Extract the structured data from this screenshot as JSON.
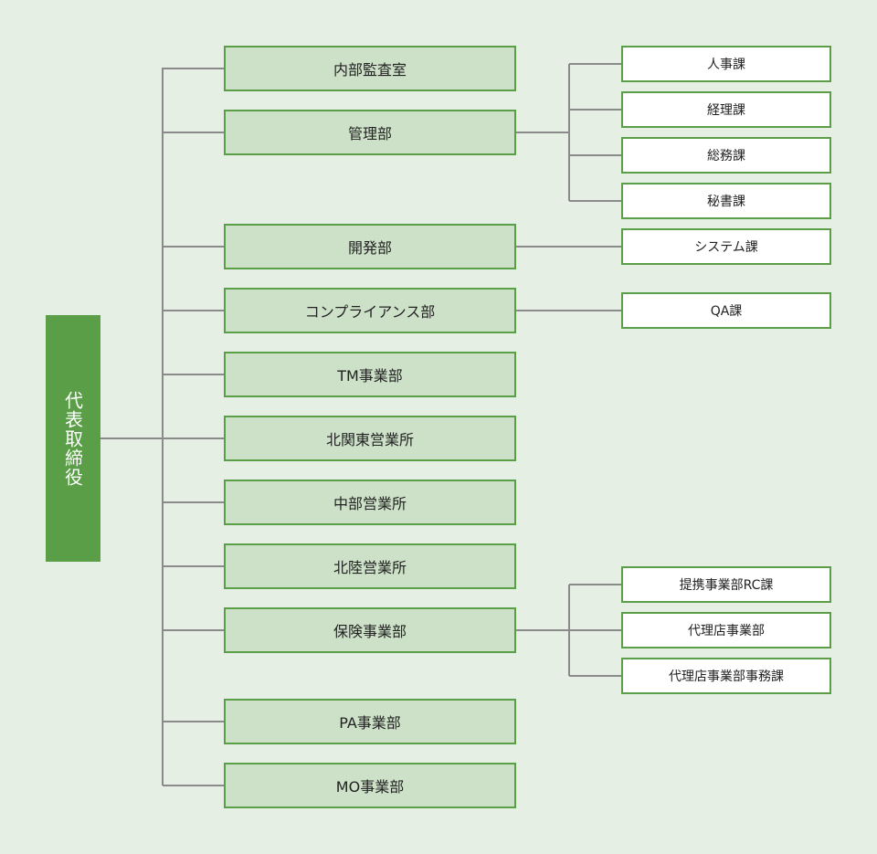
{
  "colors": {
    "background": "#e6efe3",
    "accent": "#5a9f47",
    "box_fill": "#cde1c8",
    "line": "#8a8a8a"
  },
  "root": {
    "label": "代表取締役"
  },
  "departments": [
    {
      "label": "内部監査室",
      "sections": []
    },
    {
      "label": "管理部",
      "sections": [
        "人事課",
        "経理課",
        "総務課",
        "秘書課"
      ]
    },
    {
      "label": "開発部",
      "sections": [
        "システム課"
      ]
    },
    {
      "label": "コンプライアンス部",
      "sections": [
        "QA課"
      ]
    },
    {
      "label": "TM事業部",
      "sections": []
    },
    {
      "label": "北関東営業所",
      "sections": []
    },
    {
      "label": "中部営業所",
      "sections": []
    },
    {
      "label": "北陸営業所",
      "sections": []
    },
    {
      "label": "保険事業部",
      "sections": [
        "提携事業部RC課",
        "代理店事業部",
        "代理店事業部事務課"
      ]
    },
    {
      "label": "PA事業部",
      "sections": []
    },
    {
      "label": "MO事業部",
      "sections": []
    }
  ]
}
